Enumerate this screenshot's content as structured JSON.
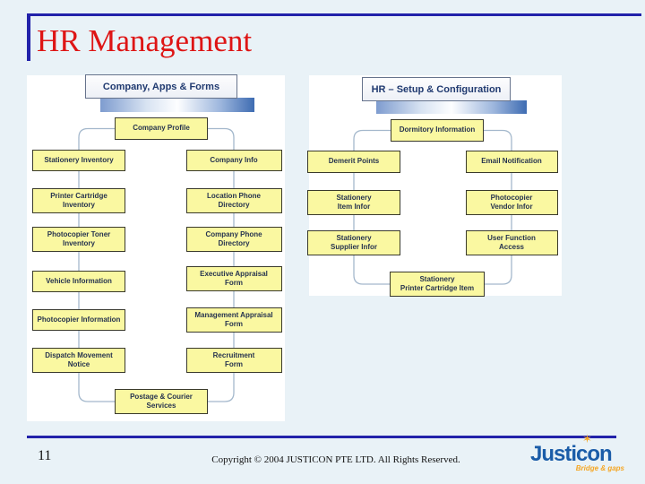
{
  "slide": {
    "title": "HR Management",
    "page_number": "11",
    "copyright": "Copyright © 2004 JUSTICON PTE LTD.  All Rights Reserved."
  },
  "logo": {
    "name": "Justicon",
    "tagline": "Bridge & gaps",
    "star_icon": "✶"
  },
  "colors": {
    "accent_navy": "#2222AA",
    "title_red": "#DE1515",
    "node_fill": "#FAF8A1",
    "node_border": "#3A3A2C",
    "node_text": "#26334F",
    "connector": "#A4B8CC",
    "header_text": "#203A70",
    "logo_blue": "#1A5CA8",
    "logo_orange": "#F5A623",
    "background": "#E9F2F7"
  },
  "diagrams": [
    {
      "id": "company-apps-forms",
      "header": "Company, Apps & Forms",
      "top": "Company Profile",
      "left_column": [
        "Stationery Inventory",
        "Printer Cartridge\nInventory",
        "Photocopier Toner\nInventory",
        "Vehicle Information",
        "Photocopier Information",
        "Dispatch Movement\nNotice"
      ],
      "right_column": [
        "Company Info",
        "Location Phone\nDirectory",
        "Company Phone\nDirectory",
        "Executive Appraisal\nForm",
        "Management Appraisal\nForm",
        "Recruitment\nForm"
      ],
      "bottom": "Postage & Courier\nServices"
    },
    {
      "id": "hr-setup-configuration",
      "header": "HR – Setup & Configuration",
      "top": "Dormitory Information",
      "left_column": [
        "Demerit Points",
        "Stationery\nItem Infor",
        "Stationery\nSupplier Infor"
      ],
      "right_column": [
        "Email Notification",
        "Photocopier\nVendor Infor",
        "User Function\nAccess"
      ],
      "bottom": "Stationery\nPrinter Cartridge Item"
    }
  ]
}
